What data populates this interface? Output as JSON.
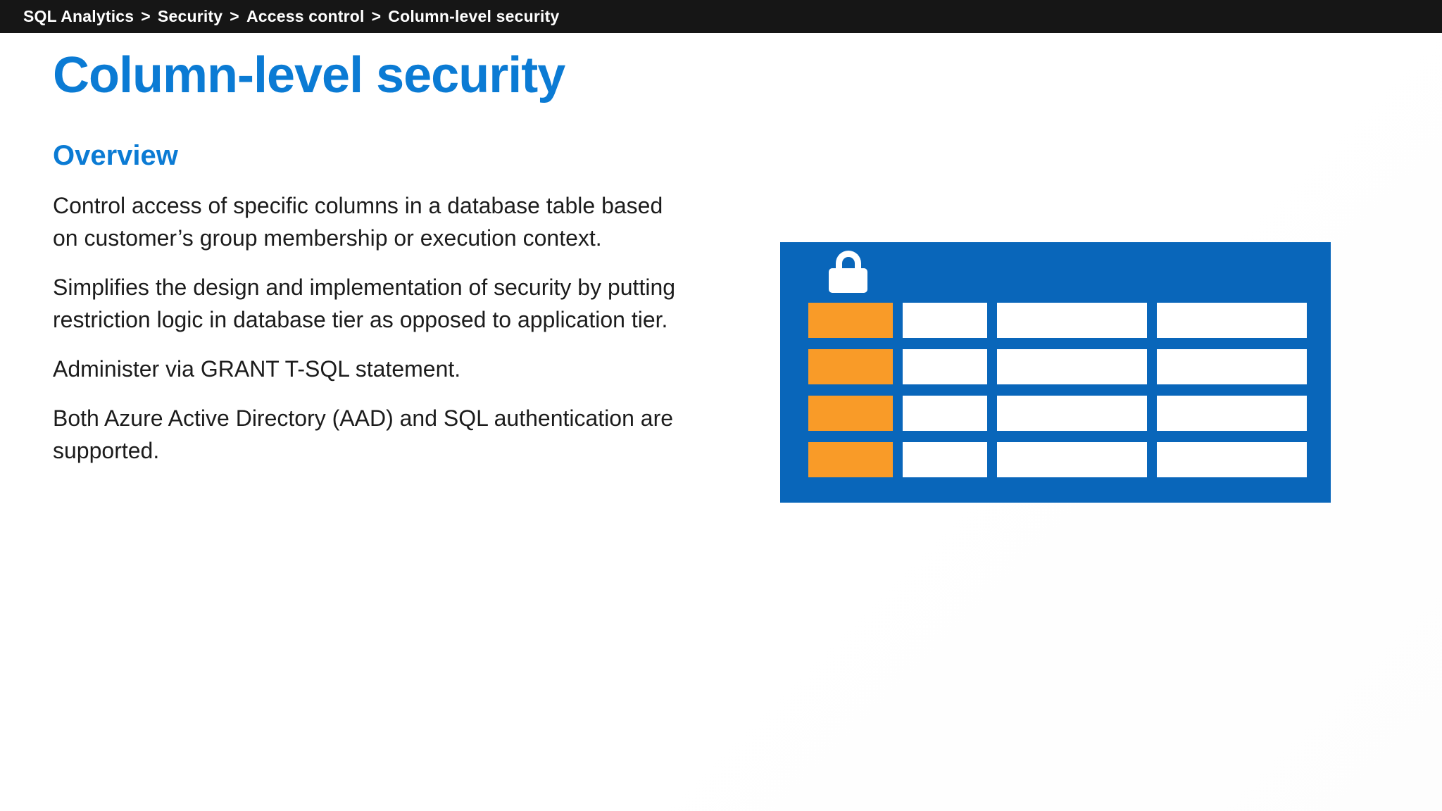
{
  "breadcrumb": {
    "separator": ">",
    "items": [
      "SQL Analytics",
      "Security",
      "Access control",
      "Column-level security"
    ]
  },
  "content": {
    "title": "Column-level security",
    "section_heading": "Overview",
    "paragraphs": [
      "Control access of specific columns in a database table based on customer’s group membership or execution context.",
      "Simplifies the design and implementation of security by putting restriction logic in database tier as opposed to application tier.",
      "Administer via GRANT T-SQL statement.",
      "Both Azure Active Directory (AAD) and SQL authentication are supported."
    ]
  },
  "diagram": {
    "description": "database table with locked (secured) first column",
    "rows": 4,
    "columns": 4,
    "secured_column_index": 0,
    "lock_icon": "lock-icon"
  },
  "colors": {
    "accent_blue": "#0b7bd4",
    "table_blue": "#0966ba",
    "secured_orange": "#f99b28",
    "cell_white": "#ffffff",
    "breadcrumb_bg": "#161616",
    "breadcrumb_text": "#ffffff",
    "body_text": "#1c1c1c"
  }
}
